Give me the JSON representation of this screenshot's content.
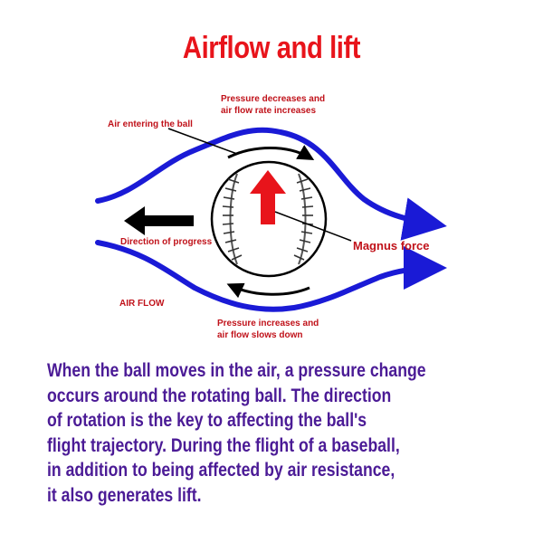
{
  "title": "Airflow and lift",
  "diagram": {
    "labels": {
      "pressure_top_line1": "Pressure decreases and",
      "pressure_top_line2": "air flow rate increases",
      "air_entering": "Air entering the ball",
      "direction": "Direction of progress",
      "magnus": "Magnus force",
      "air_flow": "AIR FLOW",
      "pressure_bottom_line1": "Pressure increases and",
      "pressure_bottom_line2": "air flow slows down"
    },
    "colors": {
      "title": "#e8141b",
      "label": "#c0121a",
      "airflow": "#1a1ad6",
      "lift_arrow": "#e8141b",
      "direction_arrow": "#000000",
      "caption": "#4b1b96"
    }
  },
  "caption": {
    "lines": [
      "When the ball moves in the air, a pressure change",
      "occurs around the rotating ball. The direction",
      "of rotation is the key to affecting the ball's",
      "flight trajectory. During the flight of a baseball,",
      "in addition to being affected by air resistance,",
      "it also generates lift."
    ]
  }
}
